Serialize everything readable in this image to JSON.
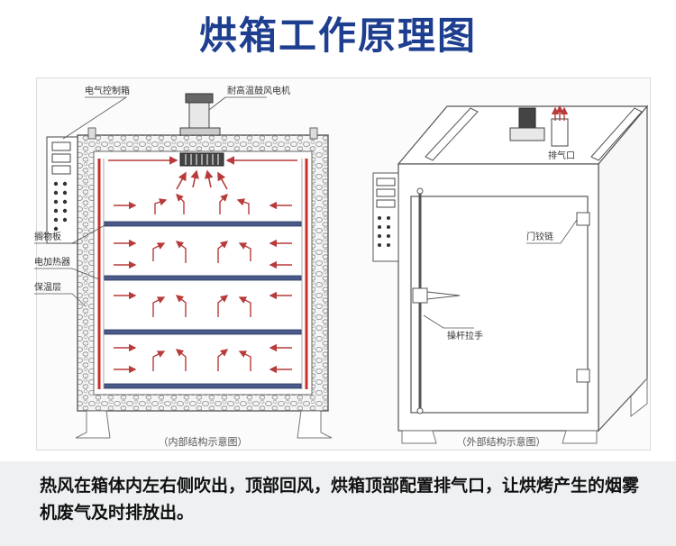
{
  "title": "烘箱工作原理图",
  "labels": {
    "control_box": "电气控制箱",
    "motor": "耐高温鼓风电机",
    "shelf": "搁物板",
    "heater": "电加热器",
    "insulation": "保温层",
    "exhaust": "排气口",
    "hinge": "门铰链",
    "handle": "操杆拉手"
  },
  "captions": {
    "internal": "（内部结构示意图）",
    "external": "（外部结构示意图）"
  },
  "description": "热风在箱体内左右侧吹出，顶部回风，烘箱顶部配置排气口，让烘烤产生的烟雾机废气及时排放出。",
  "colors": {
    "title": "#1e3f8f",
    "airflow": "#b83a3a",
    "heater": "#c9302c",
    "shelf": "#4a5a8a"
  }
}
